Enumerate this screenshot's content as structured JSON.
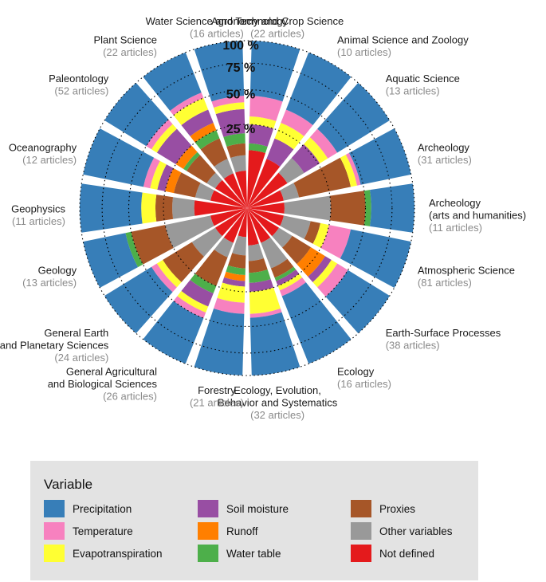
{
  "chart_data": {
    "type": "stacked-polar-bar",
    "title": "",
    "radial_axis": {
      "range": [
        0,
        100
      ],
      "ticks": [
        "25 %",
        "50 %",
        "75 %",
        "100 %"
      ],
      "tick_values": [
        25,
        50,
        75,
        100
      ],
      "grid": "dotted circles"
    },
    "variables": [
      {
        "name": "Precipitation",
        "color": "#377eb8"
      },
      {
        "name": "Temperature",
        "color": "#f781bf"
      },
      {
        "name": "Evapotranspiration",
        "color": "#ffff33"
      },
      {
        "name": "Soil moisture",
        "color": "#984ea3"
      },
      {
        "name": "Runoff",
        "color": "#ff7f00"
      },
      {
        "name": "Water table",
        "color": "#4daf4a"
      },
      {
        "name": "Proxies",
        "color": "#a65628"
      },
      {
        "name": "Other variables",
        "color": "#999999"
      },
      {
        "name": "Not defined",
        "color": "#e41a1c"
      }
    ],
    "stack_order_inner_to_outer": [
      "Not defined",
      "Other variables",
      "Proxies",
      "Water table",
      "Runoff",
      "Soil moisture",
      "Evapotranspiration",
      "Temperature",
      "Precipitation"
    ],
    "categories": [
      {
        "name": "Agronomy and Crop Science",
        "count": "(22 articles)",
        "values": [
          12,
          0,
          0,
          3,
          0,
          10,
          5,
          15,
          55
        ]
      },
      {
        "name": "Animal Science and Zoology",
        "count": "(10 articles)",
        "values": [
          10,
          0,
          0,
          0,
          0,
          10,
          10,
          10,
          60
        ]
      },
      {
        "name": "Aquatic Science",
        "count": "(13 articles)",
        "values": [
          8,
          8,
          0,
          0,
          0,
          10,
          6,
          8,
          60
        ]
      },
      {
        "name": "Archeology",
        "count": "(31 articles)",
        "values": [
          5,
          5,
          30,
          0,
          0,
          0,
          5,
          3,
          52
        ]
      },
      {
        "name": "Archeology\n(arts and humanities)",
        "count": "(11 articles)",
        "values": [
          5,
          20,
          25,
          5,
          0,
          0,
          0,
          0,
          45
        ]
      },
      {
        "name": "Atmospheric Science",
        "count": "(81 articles)",
        "values": [
          5,
          10,
          5,
          0,
          0,
          0,
          5,
          15,
          60
        ]
      },
      {
        "name": "Earth-Surface Processes",
        "count": "(38 articles)",
        "values": [
          5,
          5,
          10,
          0,
          10,
          5,
          5,
          10,
          50
        ]
      },
      {
        "name": "Ecology",
        "count": "(16 articles)",
        "values": [
          5,
          10,
          5,
          2,
          0,
          3,
          3,
          4,
          68
        ]
      },
      {
        "name": "Ecology, Evolution,\nBehavior and Systematics",
        "count": "(32 articles)",
        "values": [
          5,
          5,
          5,
          5,
          0,
          5,
          15,
          3,
          57
        ]
      },
      {
        "name": "Forestry",
        "count": "(21 articles)",
        "values": [
          3,
          5,
          5,
          3,
          3,
          3,
          10,
          8,
          60
        ]
      },
      {
        "name": "General Agricultural\nand Biological Sciences",
        "count": "(26 articles)",
        "values": [
          5,
          5,
          15,
          5,
          0,
          10,
          5,
          5,
          50
        ]
      },
      {
        "name": "General Earth\nand Planetary Sciences",
        "count": "(24 articles)",
        "values": [
          5,
          10,
          20,
          0,
          0,
          0,
          5,
          5,
          55
        ]
      },
      {
        "name": "Geology",
        "count": "(13 articles)",
        "values": [
          5,
          20,
          25,
          5,
          0,
          0,
          0,
          0,
          45
        ]
      },
      {
        "name": "Geophysics",
        "count": "(11 articles)",
        "values": [
          10,
          10,
          10,
          0,
          0,
          0,
          10,
          0,
          60
        ]
      },
      {
        "name": "Oceanography",
        "count": "(12 articles)",
        "values": [
          5,
          5,
          10,
          0,
          5,
          5,
          5,
          5,
          60
        ]
      },
      {
        "name": "Paleontology",
        "count": "(52 articles)",
        "values": [
          5,
          3,
          10,
          2,
          5,
          15,
          5,
          5,
          50
        ]
      },
      {
        "name": "Plant Science",
        "count": "(22 articles)",
        "values": [
          5,
          5,
          10,
          5,
          5,
          10,
          10,
          5,
          45
        ]
      },
      {
        "name": "Water Science and Technology",
        "count": "(16 articles)",
        "values": [
          5,
          5,
          5,
          5,
          0,
          15,
          5,
          5,
          55
        ]
      }
    ]
  },
  "legend": {
    "title": "Variable",
    "columns": [
      [
        "Precipitation",
        "Temperature",
        "Evapotranspiration"
      ],
      [
        "Soil moisture",
        "Runoff",
        "Water table"
      ],
      [
        "Proxies",
        "Other variables",
        "Not defined"
      ]
    ]
  }
}
